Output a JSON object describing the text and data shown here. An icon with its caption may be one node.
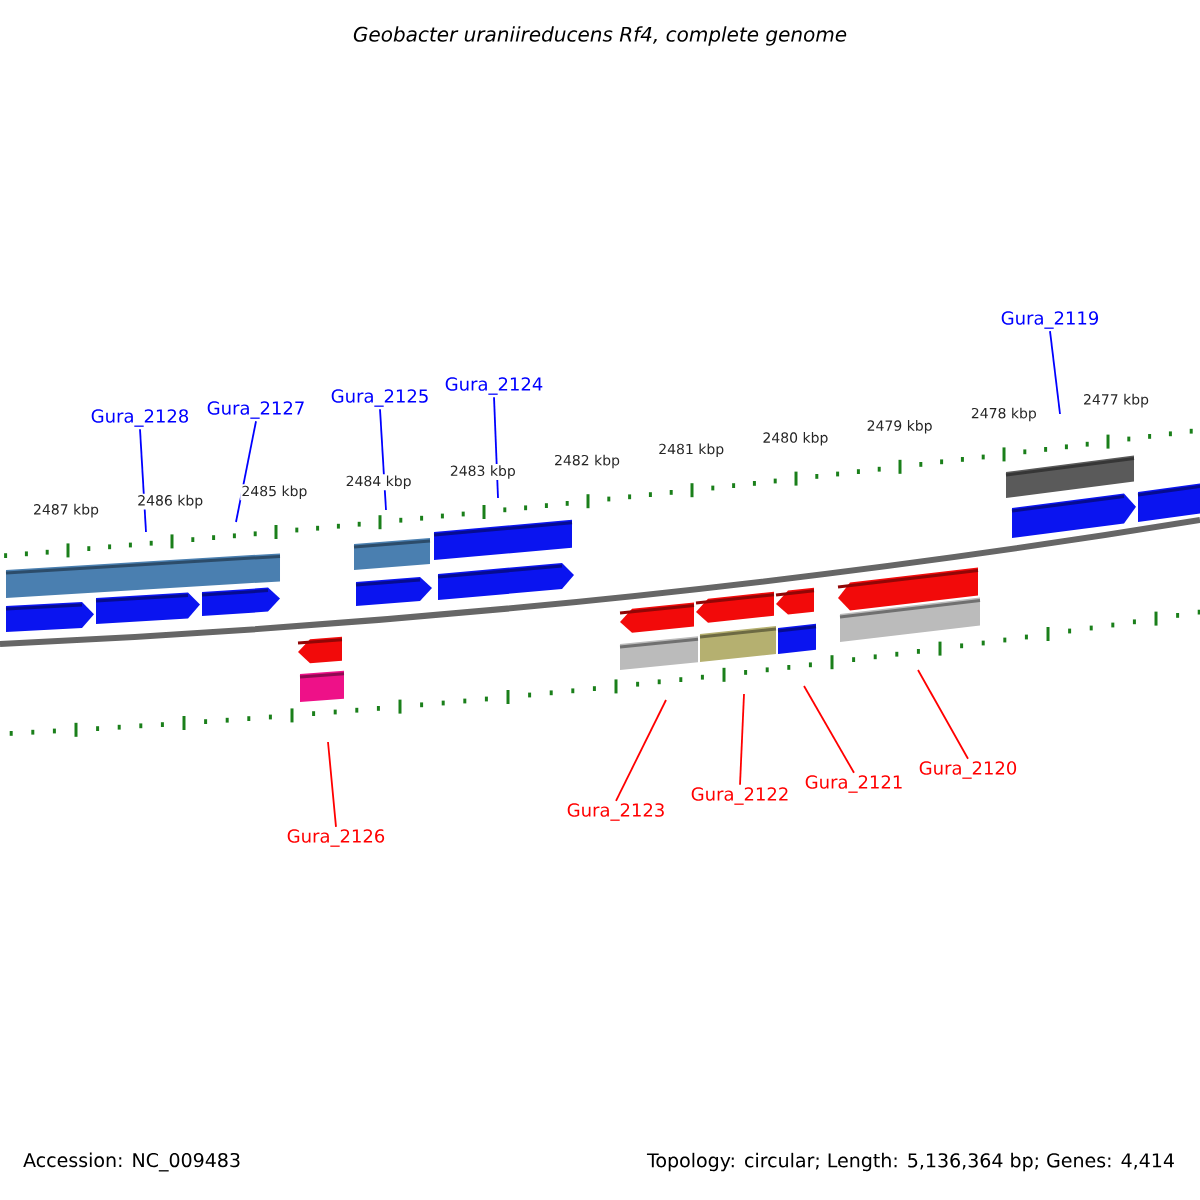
{
  "diagram": {
    "title": "Geobacter uraniireducens Rf4, complete genome",
    "nodes": [
      {
        "text": [
          "Gura_2128"
        ]
      },
      {
        "text": [
          "Gura_2127"
        ]
      },
      {
        "text": [
          "Gura_2125"
        ]
      },
      {
        "text": [
          "Gura_2124"
        ]
      },
      {
        "text": [
          "Gura_2119"
        ]
      },
      {
        "text": [
          "Gura_2126"
        ]
      },
      {
        "text": [
          "Gura_2123"
        ]
      },
      {
        "text": [
          "Gura_2122"
        ]
      },
      {
        "text": [
          "Gura_2121"
        ]
      },
      {
        "text": [
          "Gura_2120"
        ]
      }
    ],
    "edges": [
      {
        "from": 0,
        "to": null,
        "arrow": "none"
      },
      {
        "from": 1,
        "to": null,
        "arrow": "none"
      },
      {
        "from": 2,
        "to": null,
        "arrow": "none"
      },
      {
        "from": 3,
        "to": null,
        "arrow": "none"
      },
      {
        "from": 4,
        "to": null,
        "arrow": "none"
      },
      {
        "from": 5,
        "to": null,
        "arrow": "none",
        "color": "#ff0000"
      },
      {
        "from": 6,
        "to": null,
        "arrow": "none",
        "color": "#ff0000"
      },
      {
        "from": 7,
        "to": null,
        "arrow": "none",
        "color": "#ff0000"
      },
      {
        "from": 8,
        "to": null,
        "arrow": "none",
        "color": "#ff0000"
      },
      {
        "from": 9,
        "to": null,
        "arrow": "none",
        "color": "#ff0000"
      }
    ],
    "labels": [
      "2487 kbp",
      "2486 kbp",
      "2485 kbp",
      "2484 kbp",
      "2483 kbp",
      "2482 kbp",
      "2481 kbp",
      "2480 kbp",
      "2479 kbp",
      "2478 kbp",
      "2477 kbp",
      "Accession: NC_009483",
      "Topology: circular; Length: 5,136,364 bp; Genes: 4,414"
    ]
  }
}
